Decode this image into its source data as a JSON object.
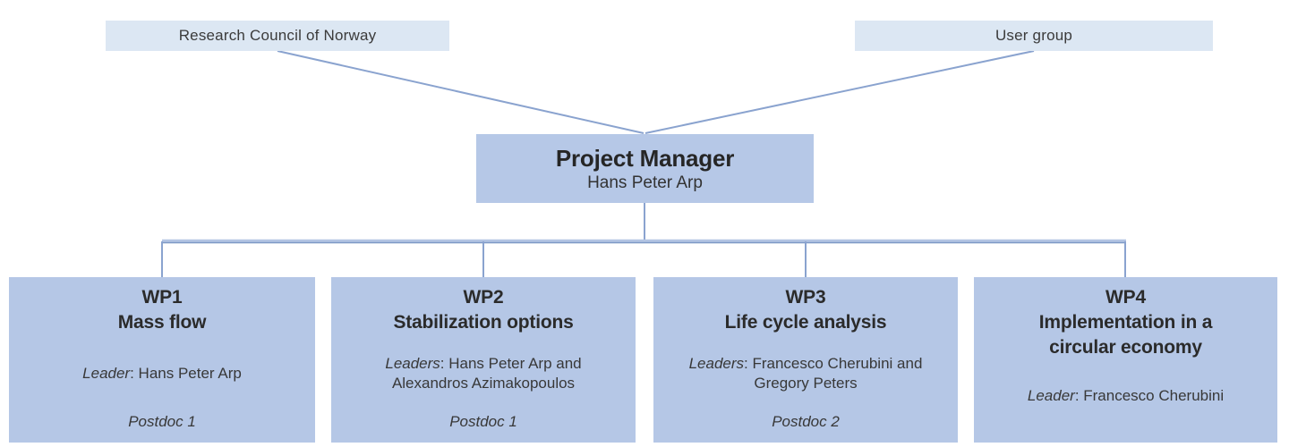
{
  "top_boxes": {
    "funder": "Research Council of Norway",
    "user_group": "User group"
  },
  "manager": {
    "title": "Project Manager",
    "name": "Hans Peter Arp"
  },
  "work_packages": [
    {
      "id": "WP1",
      "title": "Mass flow",
      "leader_label": "Leader",
      "leader_names": ": Hans Peter Arp",
      "postdoc": "Postdoc 1"
    },
    {
      "id": "WP2",
      "title": "Stabilization options",
      "leader_label": "Leaders",
      "leader_names": ": Hans Peter Arp and Alexandros Azimakopoulos",
      "postdoc": "Postdoc 1"
    },
    {
      "id": "WP3",
      "title": "Life cycle analysis",
      "leader_label": "Leaders",
      "leader_names": ": Francesco Cherubini and Gregory Peters",
      "postdoc": "Postdoc 2"
    },
    {
      "id": "WP4",
      "title": "Implementation in a circular economy",
      "leader_label": "Leader",
      "leader_names": ": Francesco Cherubini",
      "postdoc": ""
    }
  ],
  "colors": {
    "box_light": "#dce7f3",
    "box_medium": "#b5c7e6",
    "connector": "#8aa3cf",
    "connector_highlight": "#aabddf",
    "text_dark": "#2b2b2b"
  }
}
